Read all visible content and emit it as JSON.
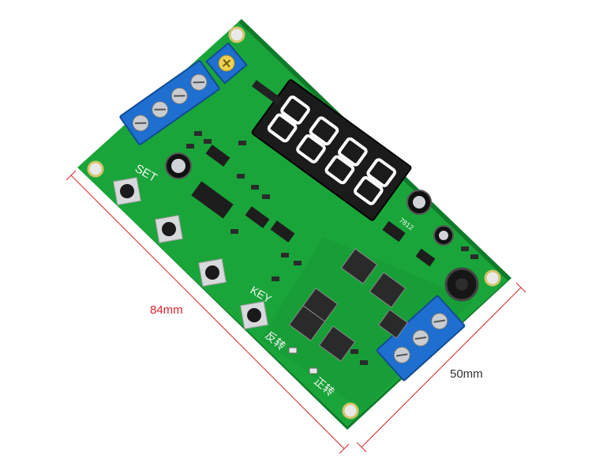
{
  "dimensions": {
    "length_label": "84mm",
    "width_label": "50mm",
    "line_color": "#d8252a"
  },
  "board": {
    "pcb_color": "#1aa53a",
    "display_color": "#1b1b1b",
    "segment_color": "#ffffff",
    "terminal_color": "#1e6fd0",
    "silkscreen": {
      "set_label": "SET",
      "key_label": "KEY",
      "reverse_label": "反转",
      "forward_label": "正转",
      "regulator_label": "7812"
    }
  }
}
